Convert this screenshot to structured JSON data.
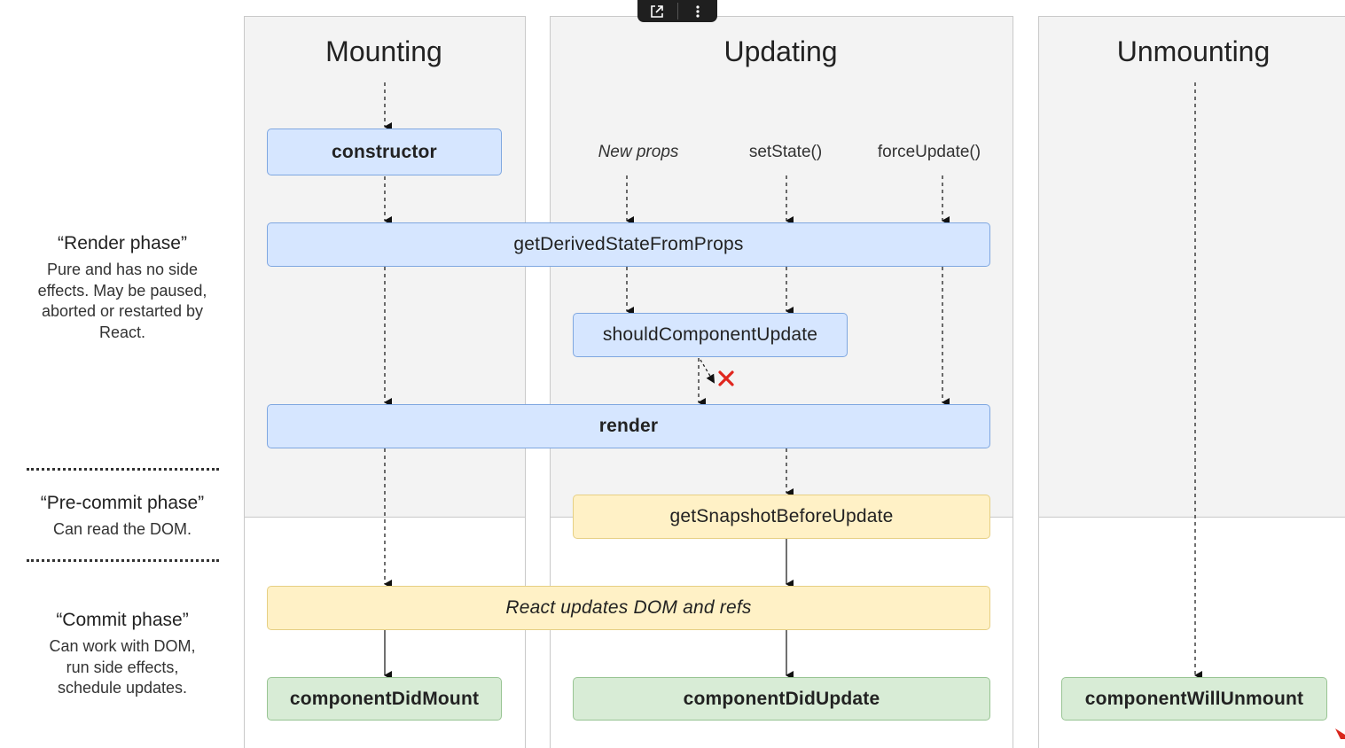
{
  "columns": {
    "mounting": "Mounting",
    "updating": "Updating",
    "unmounting": "Unmounting"
  },
  "triggers": {
    "new_props": "New props",
    "set_state": "setState()",
    "force_update": "forceUpdate()"
  },
  "methods": {
    "constructor": "constructor",
    "get_derived_state": "getDerivedStateFromProps",
    "should_update": "shouldComponentUpdate",
    "render": "render",
    "get_snapshot": "getSnapshotBeforeUpdate",
    "react_updates": "React updates DOM and refs",
    "did_mount": "componentDidMount",
    "did_update": "componentDidUpdate",
    "will_unmount": "componentWillUnmount"
  },
  "phases": {
    "render": {
      "title": "“Render phase”",
      "desc": "Pure and has no side effects. May be paused, aborted or restarted by React."
    },
    "precommit": {
      "title": "“Pre-commit phase”",
      "desc": "Can read the DOM."
    },
    "commit": {
      "title": "“Commit phase”",
      "desc": "Can work with DOM, run side effects, schedule updates."
    }
  },
  "icons": {
    "cancel": "x-mark-icon",
    "open_external": "open-external-icon",
    "more": "more-vertical-icon"
  },
  "colors": {
    "blue_fill": "#d6e6ff",
    "yellow_fill": "#fff1c6",
    "green_fill": "#d8ecd6",
    "cancel_red": "#e0261e"
  }
}
